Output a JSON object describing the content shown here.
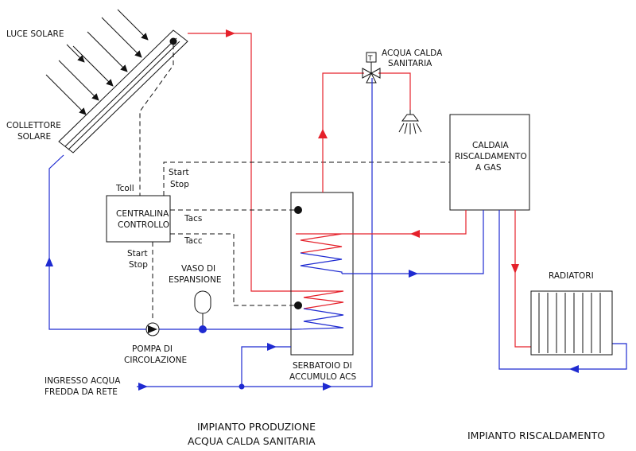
{
  "labels": {
    "sunlight": "LUCE SOLARE",
    "collector_line1": "COLLETTORE",
    "collector_line2": "SOLARE",
    "hot_water_line1": "ACQUA CALDA",
    "hot_water_line2": "SANITARIA",
    "thermostat_mark": "T",
    "boiler_line1": "CALDAIA",
    "boiler_line2": "RISCALDAMENTO",
    "boiler_line3": "A GAS",
    "tcoll": "Tcoll",
    "start_stop_top_1": "Start",
    "start_stop_top_2": "Stop",
    "controller_line1": "CENTRALINA",
    "controller_line2": "CONTROLLO",
    "tacs": "Tacs",
    "tacc": "Tacc",
    "start_stop_bottom_1": "Start",
    "start_stop_bottom_2": "Stop",
    "expansion_line1": "VASO DI",
    "expansion_line2": "ESPANSIONE",
    "radiators": "RADIATORI",
    "pump_line1": "POMPA DI",
    "pump_line2": "CIRCOLAZIONE",
    "tank_line1": "SERBATOIO DI",
    "tank_line2": "ACCUMULO ACS",
    "inlet_line1": "INGRESSO ACQUA",
    "inlet_line2": "FREDDA DA RETE",
    "section_dhw_line1": "IMPIANTO PRODUZIONE",
    "section_dhw_line2": "ACQUA CALDA SANITARIA",
    "section_heating": "IMPIANTO RISCALDAMENTO"
  },
  "colors": {
    "hot_pipe": "#e5212b",
    "cold_pipe": "#1f2bd1",
    "line": "#111111"
  }
}
